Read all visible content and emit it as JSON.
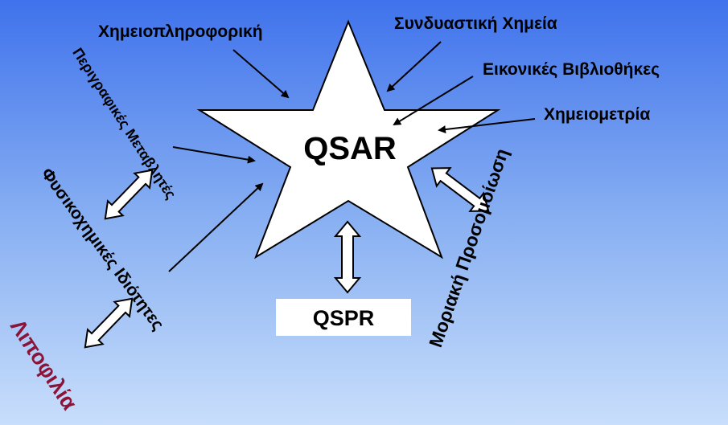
{
  "center": {
    "label": "QSAR"
  },
  "box": {
    "label": "QSPR"
  },
  "labels": {
    "chemoinformatics": "Χημειοπληροφορική",
    "combinatorial": "Συνδυαστική Χημεία",
    "virtual_libraries": "Εικονικές Βιβλιοθήκες",
    "chemometrics": "Χημειομετρία",
    "descriptors": "Περιγραφικές Μεταβλητές",
    "physchem": "Φυσικοχημικές Ιδιότητες",
    "lipophilicity": "Λιποφιλία",
    "molecular_modeling": "Μοριακή Προσομοίωση"
  },
  "colors": {
    "lipophilicity": "#8b1538",
    "star_fill": "#ffffff",
    "stroke": "#000000"
  }
}
